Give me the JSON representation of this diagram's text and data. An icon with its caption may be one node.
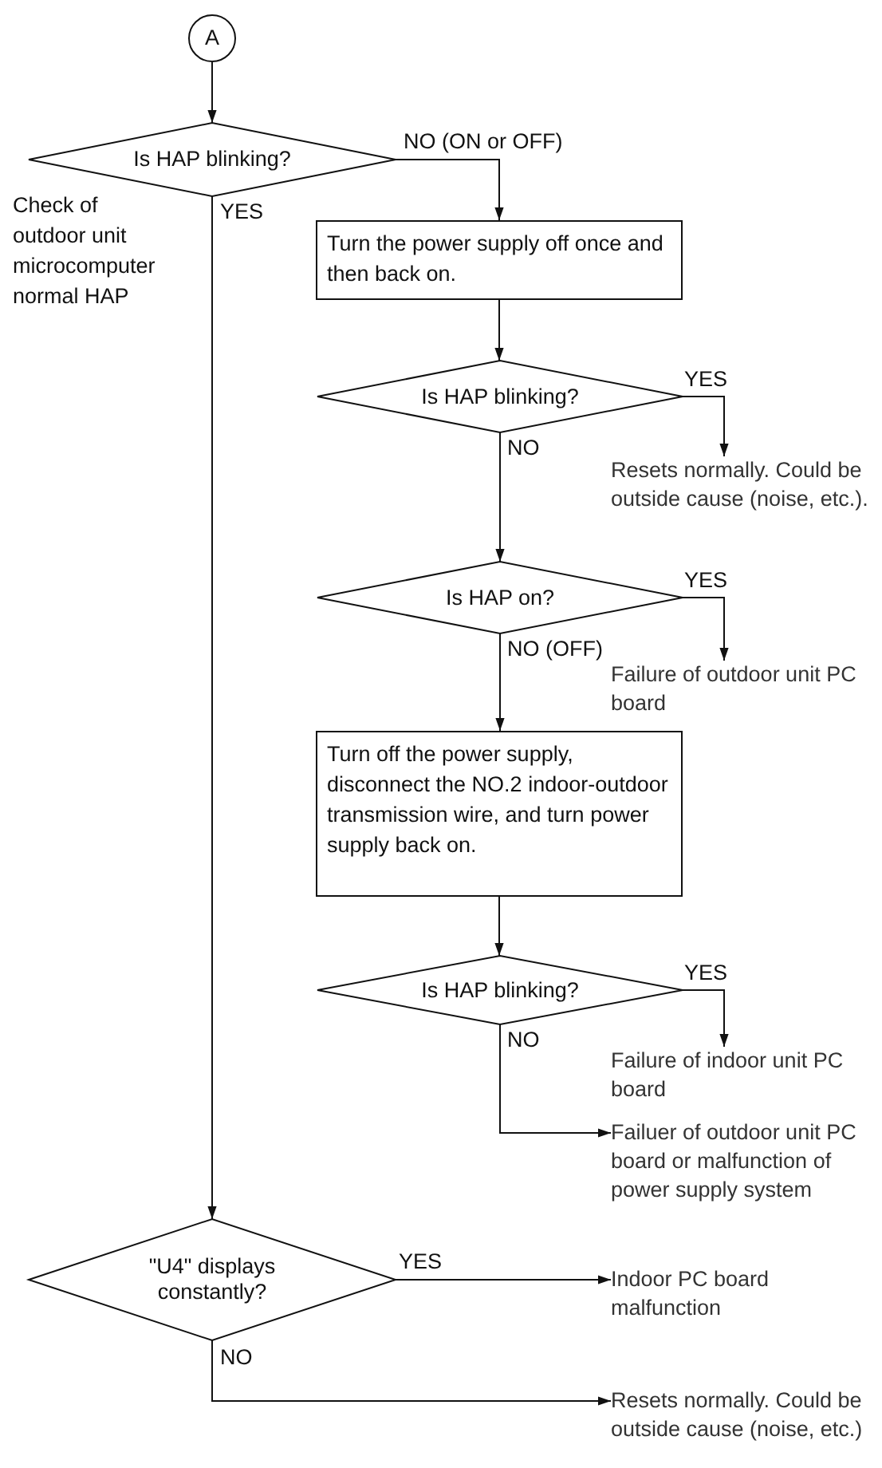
{
  "diagram": {
    "nodes": [
      {
        "text": [
          "A"
        ]
      },
      {
        "text": [
          "Is HAP blinking?"
        ]
      },
      {
        "text": [
          "Turn the power supply off once and then back on."
        ]
      },
      {
        "text": [
          "Is HAP blinking?"
        ]
      },
      {
        "text": [
          "Resets normally. Could be outside cause (noise, etc.)."
        ]
      },
      {
        "text": [
          "Is HAP on?"
        ]
      },
      {
        "text": [
          "Failure of outdoor unit PC board"
        ]
      },
      {
        "text": [
          "Turn off the power supply, disconnect the NO.2 indoor-outdoor transmission wire, and turn power supply back on."
        ]
      },
      {
        "text": [
          "Is HAP blinking?"
        ]
      },
      {
        "text": [
          "Failure of indoor unit PC board"
        ]
      },
      {
        "text": [
          "Failuer of outdoor unit PC board or malfunction of power supply system"
        ]
      },
      {
        "text": [
          "\"U4\" displays constantly?"
        ]
      },
      {
        "text": [
          "Indoor PC board malfunction"
        ]
      },
      {
        "text": [
          "Resets normally. Could be outside cause (noise, etc.)"
        ]
      }
    ],
    "edges": [
      {
        "from": 0,
        "to": 1,
        "arrow": "to"
      },
      {
        "from": 1,
        "to": 2,
        "arrow": "to",
        "label": "NO (ON or OFF)"
      },
      {
        "from": 1,
        "to": 11,
        "arrow": "to",
        "label": "YES"
      },
      {
        "from": 2,
        "to": 3,
        "arrow": "to"
      },
      {
        "from": 3,
        "to": 4,
        "arrow": "to",
        "label": "YES"
      },
      {
        "from": 3,
        "to": 5,
        "arrow": "to",
        "label": "NO"
      },
      {
        "from": 5,
        "to": 6,
        "arrow": "to",
        "label": "YES"
      },
      {
        "from": 5,
        "to": 7,
        "arrow": "to",
        "label": "NO (OFF)"
      },
      {
        "from": 7,
        "to": 8,
        "arrow": "to"
      },
      {
        "from": 8,
        "to": 9,
        "arrow": "to",
        "label": "YES"
      },
      {
        "from": 8,
        "to": 10,
        "arrow": "to",
        "label": "NO"
      },
      {
        "from": 11,
        "to": 12,
        "arrow": "to",
        "label": "YES"
      },
      {
        "from": 11,
        "to": 13,
        "arrow": "to",
        "label": "NO"
      }
    ],
    "labels": [
      "Check of outdoor unit microcomputer normal HAP"
    ]
  }
}
